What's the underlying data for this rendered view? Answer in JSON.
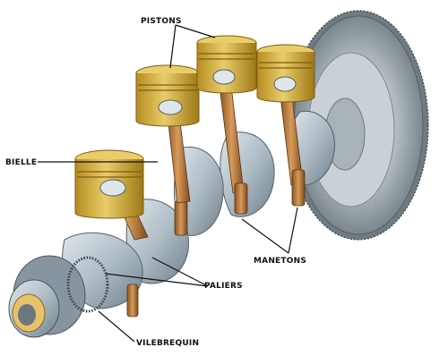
{
  "labels": {
    "pistons": "PISTONS",
    "bielle": "BIELLE",
    "manetons": "MANETONS",
    "paliers": "PALIERS",
    "vilebrequin": "VILEBREQUIN"
  },
  "colors": {
    "background": "#ffffff",
    "piston_gold": "#d9b53c",
    "piston_gold_dark": "#a07d18",
    "metal_blue_grey": "#b9c6cf",
    "metal_shadow": "#7e8c97",
    "rod_brown": "#b57a3c",
    "flywheel_grey": "#9aa6ad",
    "leader_line": "#111111"
  }
}
